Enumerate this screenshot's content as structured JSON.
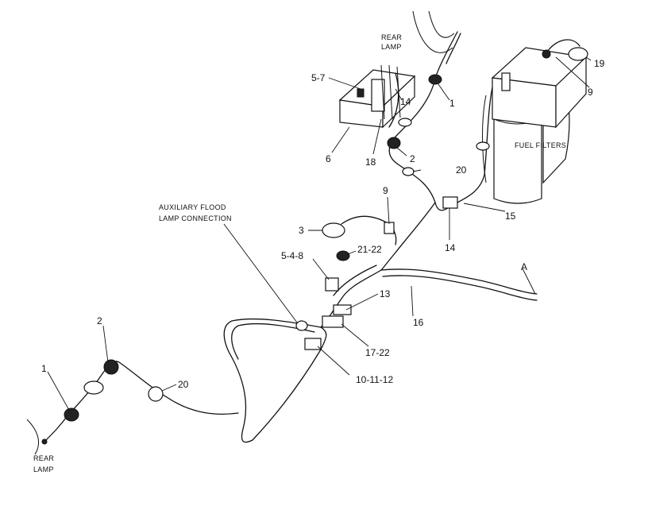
{
  "labels": {
    "rear_lamp_top_1": "REAR",
    "rear_lamp_top_2": "LAMP",
    "rear_lamp_bottom_1": "REAR",
    "rear_lamp_bottom_2": "LAMP",
    "aux_flood_1": "AUXILIARY FLOOD",
    "aux_flood_2": "LAMP CONNECTION",
    "fuel_filters": "FUEL FILTERS",
    "ref_a": "A"
  },
  "callouts": {
    "c_5_7": "5-7",
    "c_6": "6",
    "c_18": "18",
    "c_14_top": "14",
    "c_1_top": "1",
    "c_2_top": "2",
    "c_20_top": "20",
    "c_9_top": "9",
    "c_19": "19",
    "c_15": "15",
    "c_14_mid": "14",
    "c_9_mid": "9",
    "c_3": "3",
    "c_21_22": "21-22",
    "c_5_4_8": "5-4-8",
    "c_13": "13",
    "c_16": "16",
    "c_17_22": "17-22",
    "c_10_11_12": "10-11-12",
    "c_2_left": "2",
    "c_1_left": "1",
    "c_20_left": "20"
  }
}
